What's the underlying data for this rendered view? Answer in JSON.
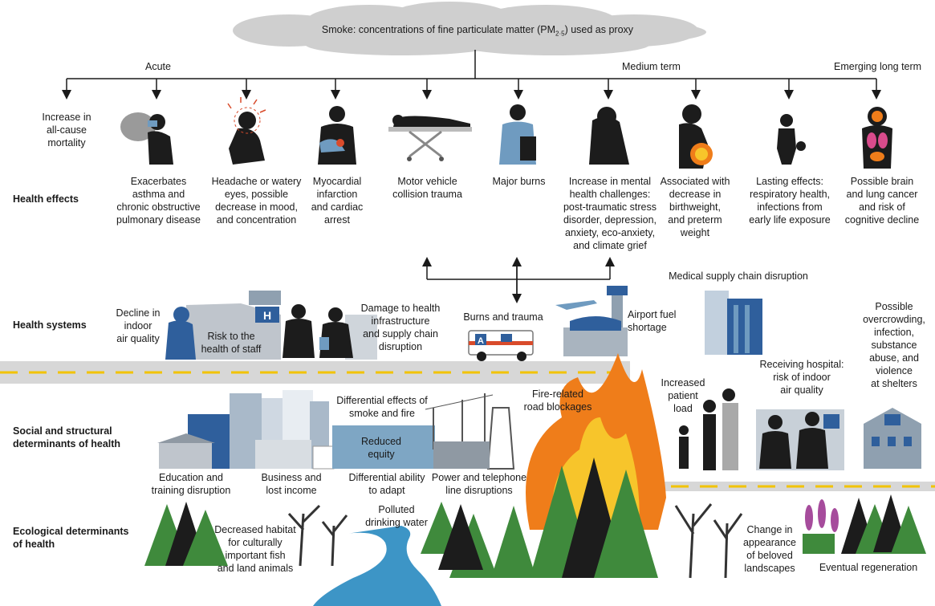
{
  "header": {
    "smoke_text_before": "Smoke: concentrations of fine particulate matter (PM",
    "smoke_subscript": "2·5",
    "smoke_text_after": ") used as proxy",
    "timeline_acute": "Acute",
    "timeline_medium": "Medium term",
    "timeline_long": "Emerging long term"
  },
  "row_labels": {
    "health_effects": "Health effects",
    "health_systems": "Health systems",
    "social_line1": "Social and structural",
    "social_line2": "determinants of health",
    "ecological_line1": "Ecological determinants",
    "ecological_line2": "of health"
  },
  "health_effects": [
    {
      "lines": [
        "Increase in",
        "all-cause",
        "mortality"
      ],
      "icon": "death-icon"
    },
    {
      "lines": [
        "Exacerbates",
        "asthma and",
        "chronic obstructive",
        "pulmonary disease"
      ],
      "icon": "asthma-person-icon"
    },
    {
      "lines": [
        "Headache or watery",
        "eyes, possible",
        "decrease in mood,",
        "and concentration"
      ],
      "icon": "headache-person-icon"
    },
    {
      "lines": [
        "Myocardial",
        "infarction",
        "and cardiac",
        "arrest"
      ],
      "icon": "heart-attack-person-icon"
    },
    {
      "lines": [
        "Motor vehicle",
        "collision trauma"
      ],
      "icon": "stretcher-icon"
    },
    {
      "lines": [
        "Major burns"
      ],
      "icon": "burns-person-icon"
    },
    {
      "lines": [
        "Increase in mental",
        "health challenges:",
        "post-traumatic stress",
        "disorder, depression,",
        "anxiety, eco-anxiety,",
        "and climate grief"
      ],
      "icon": "sad-person-icon"
    },
    {
      "lines": [
        "Associated with",
        "decrease in",
        "birthweight,",
        "and preterm",
        "weight"
      ],
      "icon": "pregnant-person-icon"
    },
    {
      "lines": [
        "Lasting effects:",
        "respiratory health,",
        "infections from",
        "early life exposure"
      ],
      "icon": "child-icon"
    },
    {
      "lines": [
        "Possible brain",
        "and lung cancer",
        "and risk of",
        "cognitive decline"
      ],
      "icon": "organs-icon"
    }
  ],
  "health_systems": {
    "indoor_air": [
      "Decline in",
      "indoor",
      "air quality"
    ],
    "staff_risk": [
      "Risk to the",
      "health of staff"
    ],
    "infrastructure": [
      "Damage to health",
      "infrastructure",
      "and supply chain",
      "disruption"
    ],
    "burns_trauma": [
      "Burns and trauma"
    ],
    "airport_fuel": [
      "Airport fuel",
      "shortage"
    ],
    "medical_supply": [
      "Medical supply chain disruption"
    ],
    "receiving_hospital": [
      "Receiving hospital:",
      "risk of indoor",
      "air quality"
    ],
    "patient_load": [
      "Increased",
      "patient",
      "load"
    ],
    "shelters": [
      "Possible",
      "overcrowding,",
      "infection,",
      "substance",
      "abuse, and",
      "violence",
      "at shelters"
    ],
    "hospital_sign": "H",
    "ambulance_sign": "A"
  },
  "social": {
    "differential_effects": [
      "Differential effects of",
      "smoke and fire"
    ],
    "reduced_equity": [
      "Reduced",
      "equity"
    ],
    "road_blockages": [
      "Fire-related",
      "road blockages"
    ],
    "education": [
      "Education and",
      "training disruption"
    ],
    "business": [
      "Business and",
      "lost income"
    ],
    "adapt": [
      "Differential ability",
      "to adapt"
    ],
    "power": [
      "Power and telephone",
      "line disruptions"
    ]
  },
  "ecological": {
    "polluted_water": [
      "Polluted",
      "drinking water"
    ],
    "habitat": [
      "Decreased habitat",
      "for culturally",
      "important fish",
      "and land animals"
    ],
    "landscapes": [
      "Change in",
      "appearance",
      "of beloved",
      "landscapes"
    ],
    "regeneration": [
      "Eventual regeneration"
    ]
  },
  "colors": {
    "cloud": "#cfcfcf",
    "road": "#d7d7d7",
    "road_line": "#f2c300",
    "tree_green": "#3f8a3c",
    "tree_dark": "#1c1c1c",
    "fire_orange": "#ef7d1a",
    "fire_yellow": "#f7c52b",
    "river": "#3d95c6",
    "building_blue": "#2f5f9c",
    "skin_blue": "#6f9bc0"
  }
}
